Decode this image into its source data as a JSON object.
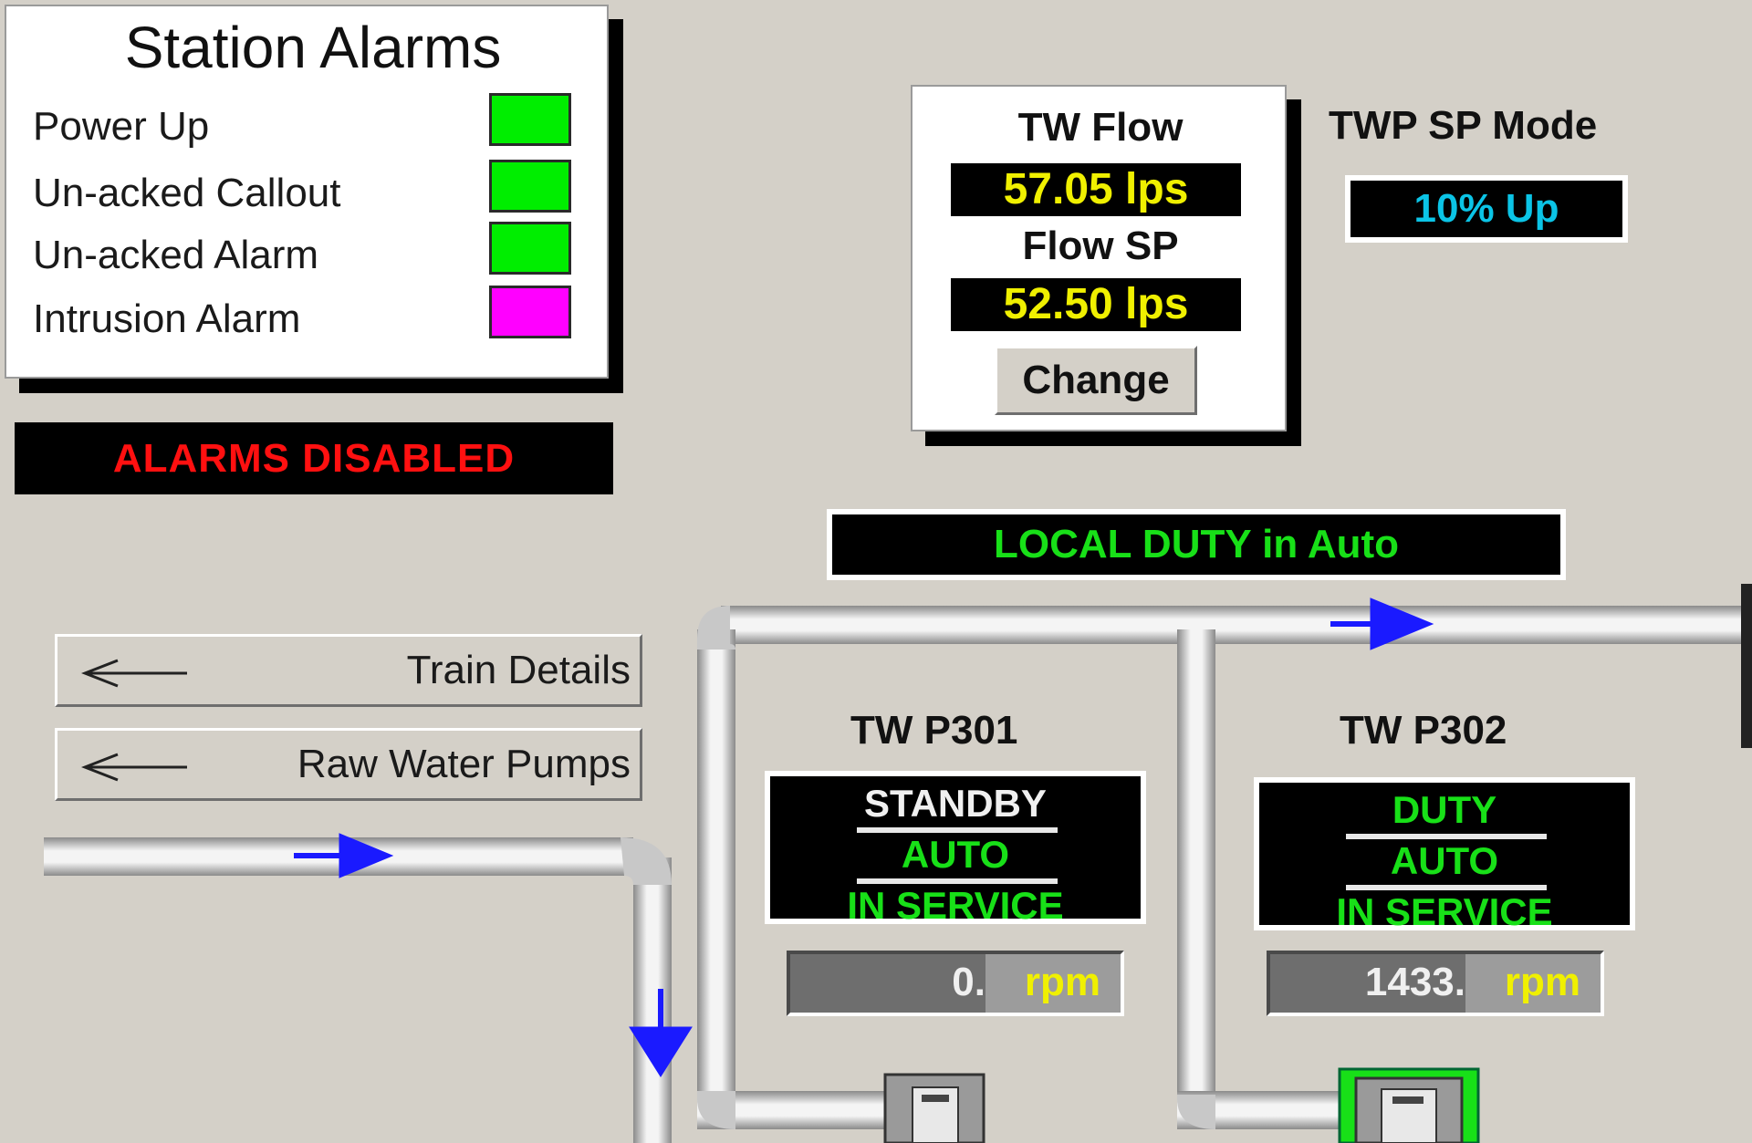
{
  "station_alarms": {
    "title": "Station Alarms",
    "items": [
      {
        "label": "Power Up",
        "color": "#00ee00"
      },
      {
        "label": "Un-acked Callout",
        "color": "#00ee00"
      },
      {
        "label": "Un-acked Alarm",
        "color": "#00ee00"
      },
      {
        "label": "Intrusion Alarm",
        "color": "#ff00ff"
      }
    ],
    "disabled_banner": "ALARMS DISABLED"
  },
  "flow": {
    "tw_flow_label": "TW Flow",
    "tw_flow_value": "57.05  lps",
    "flow_sp_label": "Flow SP",
    "flow_sp_value": "52.50  lps",
    "change_label": "Change"
  },
  "sp_mode": {
    "label": "TWP SP Mode",
    "value": "10% Up"
  },
  "duty_banner": "LOCAL DUTY in Auto",
  "nav": {
    "train_details": "Train Details",
    "raw_water_pumps": "Raw Water Pumps",
    "arrow_icon": "left-arrow-icon"
  },
  "pumps": [
    {
      "name": "TW P301",
      "state": "STANDBY",
      "mode": "AUTO",
      "service": "IN SERVICE",
      "state_color": "#f0f0f0",
      "speed": "0.",
      "unit": "rpm"
    },
    {
      "name": "TW P302",
      "state": "DUTY",
      "mode": "AUTO",
      "service": "IN SERVICE",
      "state_color": "#18e018",
      "speed": "1433.",
      "unit": "rpm"
    }
  ],
  "colors": {
    "background": "#d4d0c8",
    "flow_arrow": "#1a1aff",
    "running_pump": "#18e018"
  }
}
